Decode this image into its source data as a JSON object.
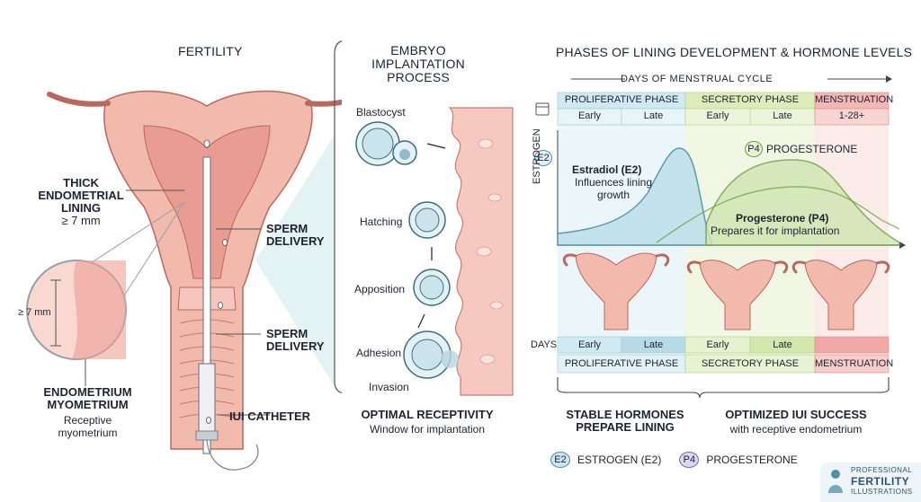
{
  "left": {
    "title": "FERTILITY",
    "thick_lining": [
      "THICK",
      "ENDOMETRIAL",
      "LINING",
      "≥ 7 mm"
    ],
    "sperm_delivery_1": [
      "SPERM",
      "DELIVERY"
    ],
    "sperm_delivery_2": [
      "SPERM",
      "DELIVERY"
    ],
    "magnifier_measure": "≥ 7 mm",
    "endometrium": [
      "ENDOMETRIUM",
      "MYOMETRIUM"
    ],
    "receptive": [
      "Receptive",
      "myometrium"
    ],
    "catheter": "IUI CATHETER"
  },
  "middle": {
    "title": [
      "EMBRYO",
      "IMPLANTATION",
      "PROCESS"
    ],
    "stages": [
      "Blastocyst",
      "Hatching",
      "Apposition",
      "Adhesion",
      "Invasion"
    ],
    "footer_title": "OPTIMAL RECEPTIVITY",
    "footer_sub": "Window for implantation"
  },
  "right": {
    "title": "PHASES OF LINING DEVELOPMENT & HORMONE LEVELS",
    "axis_label": "DAYS OF MENSTRUAL CYCLE",
    "phases": [
      {
        "name": "PROLIFERATIVE PHASE",
        "color": "#cfeaf2"
      },
      {
        "name": "SECRETORY PHASE",
        "color": "#dcedb9"
      },
      {
        "name": "MENSTRUATION",
        "color": "#f3b8b6"
      }
    ],
    "sub_labels": [
      "Early",
      "Late",
      "Early",
      "Late",
      "1-28+"
    ],
    "y_label": "ESTROGEN",
    "e2_badge": "E2",
    "p4_badge": "P4",
    "p4_top_label": "PROGESTERONE",
    "estradiol_title": "Estradiol (E2)",
    "estradiol_desc": [
      "Influences lining",
      "growth"
    ],
    "progesterone_title": "Progesterone (P4)",
    "progesterone_desc": "Prepares it for implantation",
    "days_label": "DAYS",
    "bottom_sub": [
      "Early",
      "Late",
      "Early",
      "Late"
    ],
    "bottom_phases": [
      "PROLIFERATIVE PHASE",
      "SECRETORY PHASE",
      "MENSTRUATION"
    ],
    "stable_title": [
      "STABLE HORMONES",
      "PREPARE LINING"
    ],
    "optimized_title": "OPTIMIZED IUI SUCCESS",
    "optimized_sub": "with receptive endometrium",
    "legend": [
      {
        "badge": "E2",
        "label": "ESTROGEN (E2)",
        "color": "#cfe6ef"
      },
      {
        "badge": "P4",
        "label": "PROGESTERONE",
        "color": "#ddd6ee"
      }
    ],
    "logo": [
      "PROFESSIONAL",
      "FERTILITY",
      "ILLUSTRATIONS"
    ]
  },
  "colors": {
    "tissue": "#f2b9ad",
    "tissue_dark": "#d97c73",
    "blue_panel": "#d6eef3",
    "estrogen_fill": "#bfe0ea",
    "progesterone_fill": "#cfe5b0"
  }
}
